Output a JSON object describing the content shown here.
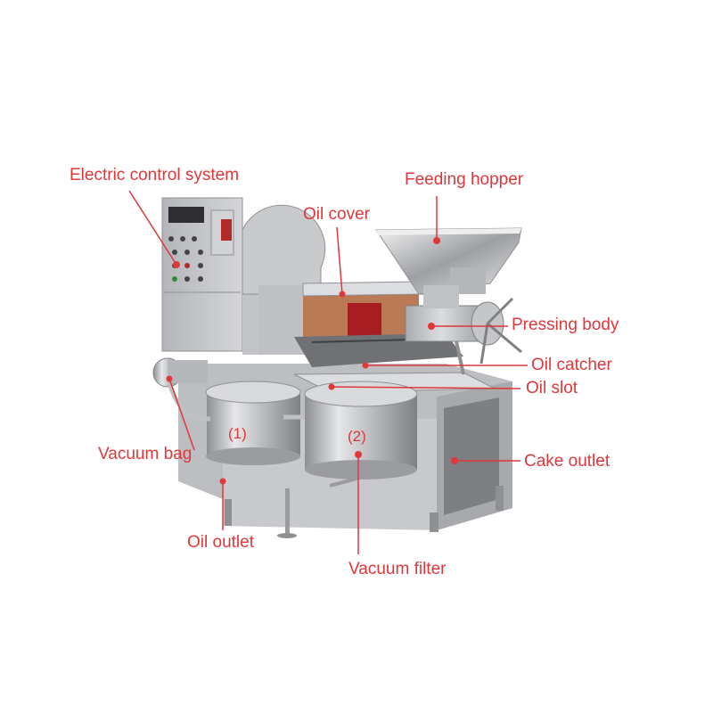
{
  "labels": {
    "electric_control_system": "Electric control system",
    "feeding_hopper": "Feeding hopper",
    "oil_cover": "Oil cover",
    "pressing_body": "Pressing body",
    "oil_catcher": "Oil catcher",
    "oil_slot": "Oil slot",
    "cake_outlet": "Cake outlet",
    "vacuum_bag": "Vacuum bag",
    "oil_outlet": "Oil outlet",
    "vacuum_filter": "Vacuum filter"
  },
  "tank_numbers": {
    "tank1": "(1)",
    "tank2": "(2)"
  },
  "colors": {
    "label": "#e0373a",
    "steel": "#c9cacc",
    "steel_dark": "#8e9094",
    "red_panel": "#b22a2a"
  }
}
